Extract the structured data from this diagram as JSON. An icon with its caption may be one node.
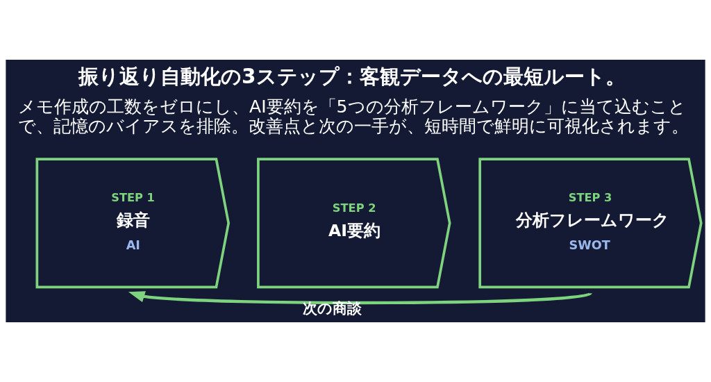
{
  "diagram": {
    "title": "振り返り自動化の3ステップ：客観データへの最短ルート。",
    "nodes": [
      {
        "text": [
          "STEP 1",
          "録音",
          "AI"
        ]
      },
      {
        "text": [
          "STEP 2",
          "AI要約"
        ]
      },
      {
        "text": [
          "STEP 3",
          "分析フレームワーク",
          "SWOT"
        ]
      }
    ],
    "edges": [
      {
        "from": 2,
        "to": 0,
        "arrow": "to",
        "label": "次の商談"
      }
    ],
    "labels": [
      "メモ作成の工数をゼロにし、AI要約を「5つの分析フレームワーク」に当て込むことで、記憶のバイアスを排除。改善点と次の一手が、短時間で鮮明に可視化されます。"
    ]
  }
}
